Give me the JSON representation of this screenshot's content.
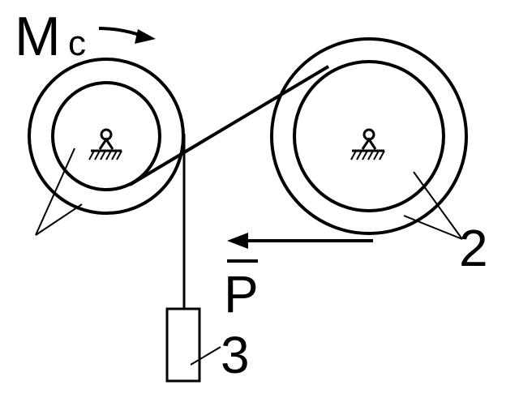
{
  "labels": {
    "moment_main": "M",
    "moment_sub": "c",
    "body_2": "2",
    "body_3": "3",
    "force": "P"
  },
  "colors": {
    "ink": "#000000",
    "background": "#ffffff"
  }
}
